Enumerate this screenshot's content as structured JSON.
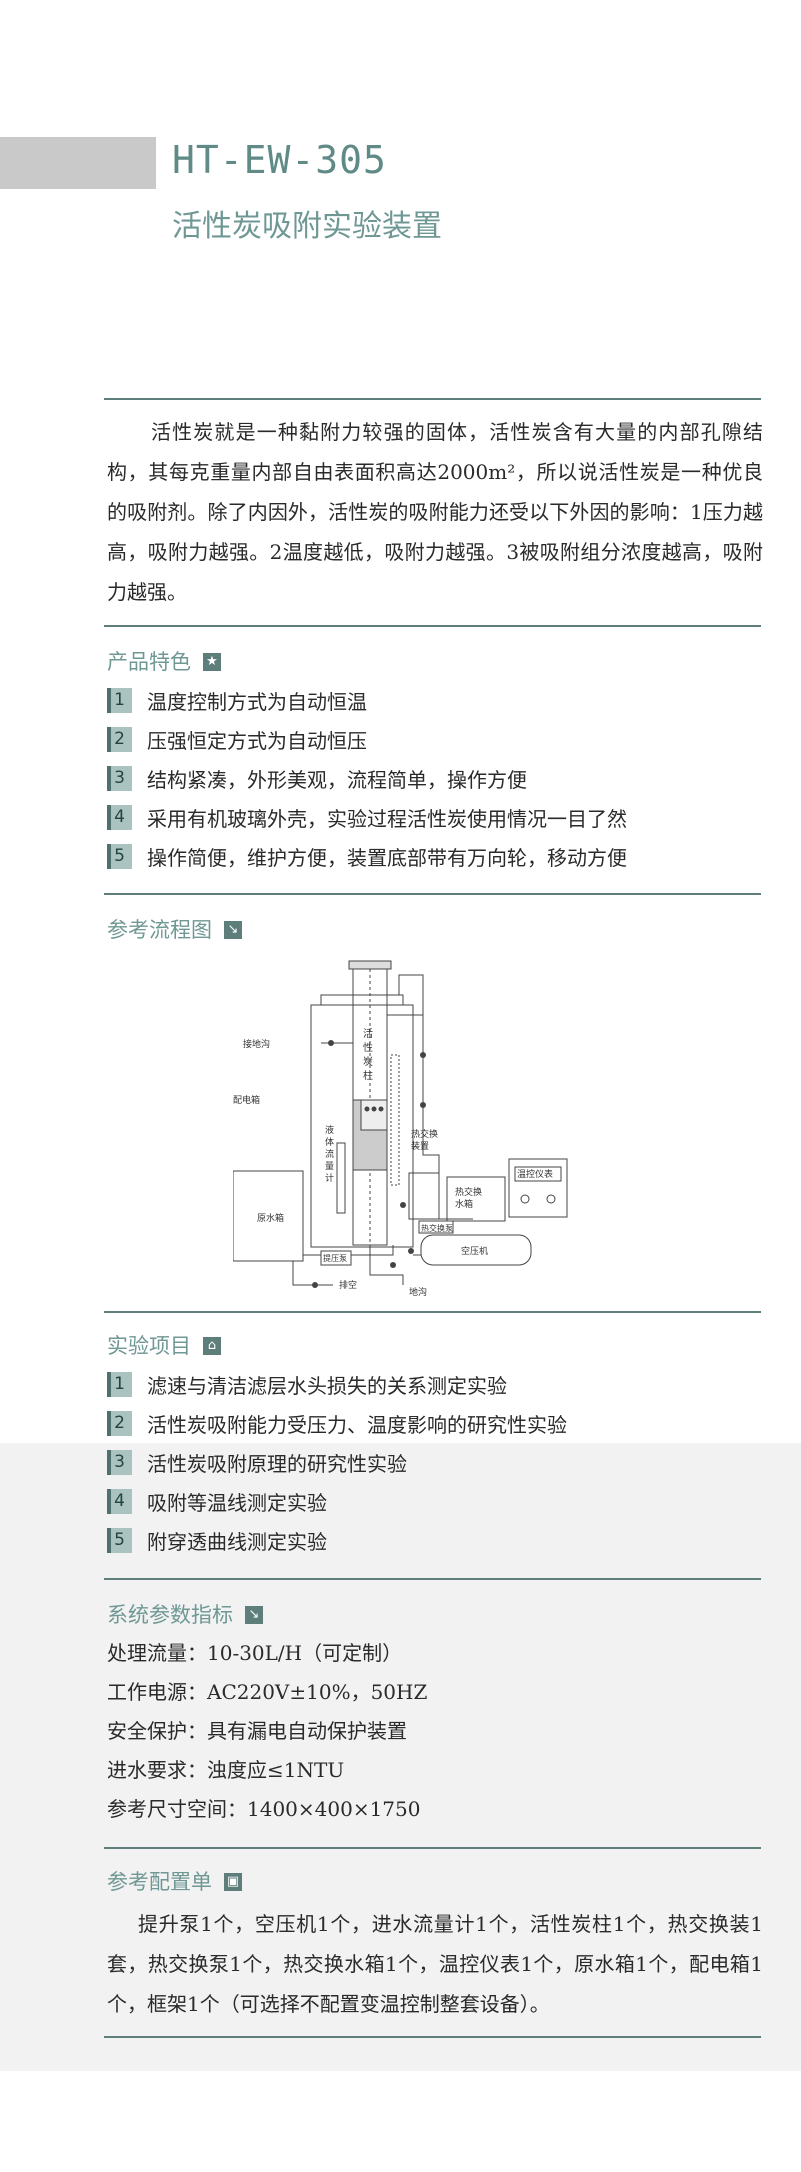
{
  "header": {
    "model": "HT-EW-305",
    "product_name": "活性炭吸附实验装置"
  },
  "intro": "活性炭就是一种黏附力较强的固体，活性炭含有大量的内部孔隙结构，其每克重量内部自由表面积高达2000m²，所以说活性炭是一种优良的吸附剂。除了内因外，活性炭的吸附能力还受以下外因的影响：1压力越高，吸附力越强。2温度越低，吸附力越强。3被吸附组分浓度越高，吸附力越强。",
  "features": {
    "title": "产品特色",
    "icon": "star-icon",
    "items": [
      {
        "num": "1",
        "text": "温度控制方式为自动恒温"
      },
      {
        "num": "2",
        "text": "压强恒定方式为自动恒压"
      },
      {
        "num": "3",
        "text": "结构紧凑，外形美观，流程简单，操作方便"
      },
      {
        "num": "4",
        "text": "采用有机玻璃外壳，实验过程活性炭使用情况一目了然"
      },
      {
        "num": "5",
        "text": "操作简便，维护方便，装置底部带有万向轮，移动方便"
      }
    ]
  },
  "flow": {
    "title": "参考流程图",
    "icon": "diagram-icon",
    "labels": {
      "drain_top": "接地沟",
      "column": [
        "活",
        "性",
        "炭",
        "柱"
      ],
      "elec_box": "配电箱",
      "flowmeter": [
        "液",
        "体",
        "流",
        "量",
        "计"
      ],
      "heat_exchanger": [
        "热交换",
        "装置"
      ],
      "temp_meter": "温控仪表",
      "hx_tank": [
        "热交换",
        "水箱"
      ],
      "hx_pump": "热交换泵",
      "raw_tank": "原水箱",
      "compressor": "空压机",
      "lift_pump": "提压泵",
      "drain_pipe": "排空",
      "drain_bottom": "地沟"
    }
  },
  "experiments": {
    "title": "实验项目",
    "icon": "home-icon",
    "items": [
      {
        "num": "1",
        "text": "滤速与清洁滤层水头损失的关系测定实验"
      },
      {
        "num": "2",
        "text": "活性炭吸附能力受压力、温度影响的研究性实验"
      },
      {
        "num": "3",
        "text": "活性炭吸附原理的研究性实验"
      },
      {
        "num": "4",
        "text": "吸附等温线测定实验"
      },
      {
        "num": "5",
        "text": "附穿透曲线测定实验"
      }
    ]
  },
  "params": {
    "title": "系统参数指标",
    "icon": "wrench-icon",
    "items": [
      "处理流量：10-30L/H（可定制）",
      "工作电源：AC220V±10%，50HZ",
      "安全保护：具有漏电自动保护装置",
      "进水要求：浊度应≤1NTU",
      "参考尺寸空间：1400×400×1750"
    ]
  },
  "config": {
    "title": "参考配置单",
    "icon": "list-icon",
    "text": "提升泵1个，空压机1个，进水流量计1个，活性炭柱1个，热交换装1套，热交换泵1个，热交换水箱1个，温控仪表1个，原水箱1个，配电箱1个，框架1个（可选择不配置变温控制整套设备）。"
  },
  "colors": {
    "accent": "#5d7e7a",
    "heading": "#6f9894",
    "number_bg": "#aac3c0"
  }
}
